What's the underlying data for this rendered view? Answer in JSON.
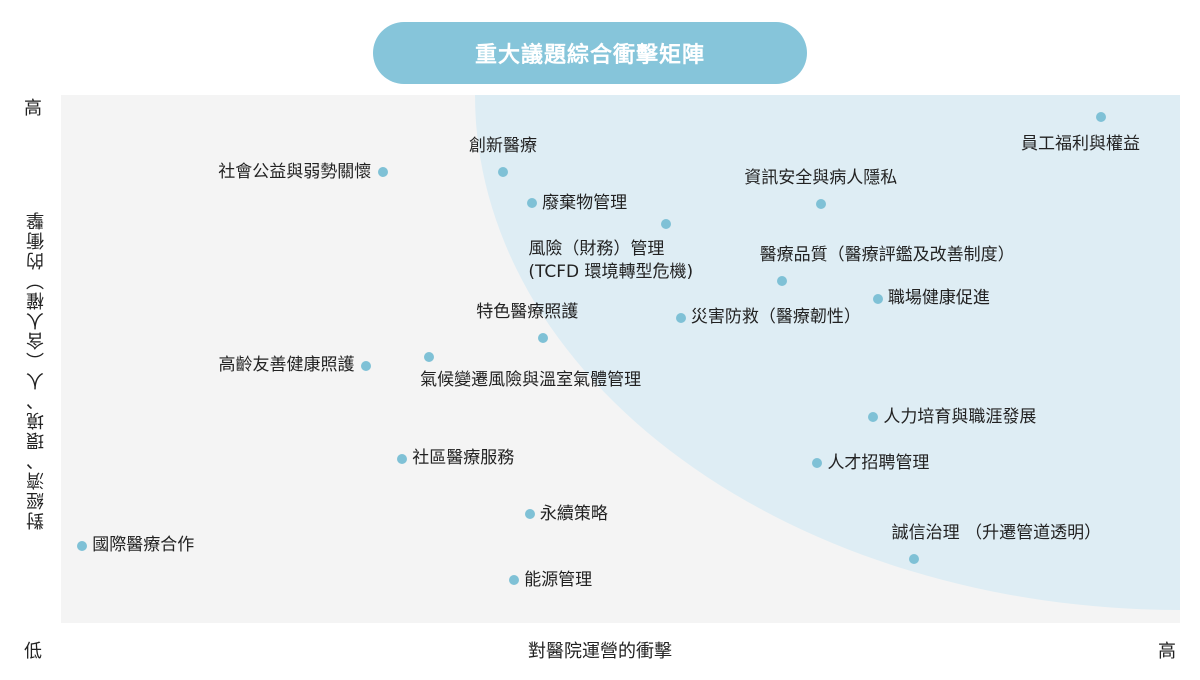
{
  "title": "重大議題綜合衝擊矩陣",
  "colors": {
    "title_bg": "#86c5da",
    "dot": "#7fc1d6",
    "plot_bg": "#f4f4f4",
    "high_zone": "#deedf4"
  },
  "chart_data": {
    "type": "scatter",
    "title": "重大議題綜合衝擊矩陣",
    "xlabel": "對醫院運營的衝擊",
    "ylabel": "對經濟、環境、人（含人權）的衝擊",
    "x_low": "低",
    "x_high": "高",
    "y_high": "高",
    "xlim": [
      0,
      100
    ],
    "ylim": [
      0,
      100
    ],
    "grid": false,
    "points": [
      {
        "label": "員工福利與權益",
        "x": 92.9,
        "y": 95.8,
        "label_pos": "below"
      },
      {
        "label": "社會公益與弱勢關懷",
        "x": 28.8,
        "y": 85.4,
        "label_pos": "left"
      },
      {
        "label": "創新醫療",
        "x": 39.5,
        "y": 85.4,
        "label_pos": "above"
      },
      {
        "label": "廢棄物管理",
        "x": 42.1,
        "y": 79.5,
        "label_pos": "right"
      },
      {
        "label": "資訊安全與病人隱私",
        "x": 67.9,
        "y": 79.4,
        "label_pos": "above"
      },
      {
        "label": "風險（財務）管理\n(TCFD 環境轉型危機)",
        "x": 54.1,
        "y": 75.6,
        "label_pos": "below-left"
      },
      {
        "label": "醫療品質（醫療評鑑及改善制度）",
        "x": 64.4,
        "y": 64.8,
        "label_pos": "above-right"
      },
      {
        "label": "職場健康促進",
        "x": 73.0,
        "y": 61.4,
        "label_pos": "right"
      },
      {
        "label": "災害防救（醫療韌性）",
        "x": 55.4,
        "y": 57.8,
        "label_pos": "right"
      },
      {
        "label": "特色醫療照護",
        "x": 43.1,
        "y": 54.0,
        "label_pos": "above-left"
      },
      {
        "label": "高齡友善健康照護",
        "x": 27.3,
        "y": 48.7,
        "label_pos": "left"
      },
      {
        "label": "氣候變遷風險與溫室氣體管理",
        "x": 32.9,
        "y": 50.4,
        "label_pos": "below-right"
      },
      {
        "label": "人力培育與職涯發展",
        "x": 72.6,
        "y": 39.0,
        "label_pos": "right"
      },
      {
        "label": "人才招聘管理",
        "x": 67.6,
        "y": 30.3,
        "label_pos": "right"
      },
      {
        "label": "社區醫療服務",
        "x": 30.5,
        "y": 31.1,
        "label_pos": "right"
      },
      {
        "label": "永續策略",
        "x": 41.9,
        "y": 20.6,
        "label_pos": "right"
      },
      {
        "label": "誠信治理 （升遷管道透明）",
        "x": 76.2,
        "y": 12.1,
        "label_pos": "above-right"
      },
      {
        "label": "國際醫療合作",
        "x": 1.9,
        "y": 14.6,
        "label_pos": "right"
      },
      {
        "label": "能源管理",
        "x": 40.5,
        "y": 8.1,
        "label_pos": "right"
      }
    ]
  }
}
